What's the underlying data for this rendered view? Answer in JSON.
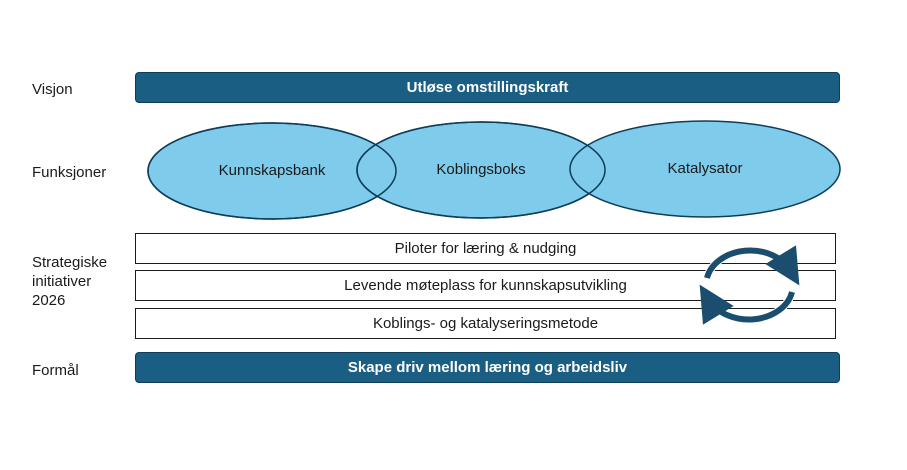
{
  "labels": {
    "vision": "Visjon",
    "functions": "Funksjoner",
    "strategic": "Strategiske\ninitiativer\n2026",
    "purpose": "Formål"
  },
  "vision_bar": "Utløse omstillingskraft",
  "functions": [
    "Kunnskapsbank",
    "Koblingsboks",
    "Katalysator"
  ],
  "initiatives": [
    "Piloter for læring & nudging",
    "Levende møteplass for kunnskapsutvikling",
    "Koblings- og katalyseringsmetode"
  ],
  "purpose_bar": "Skape driv mellom læring og arbeidsliv",
  "colors": {
    "dark_bar": "#1b5e84",
    "ellipse_fill": "#7ecbec",
    "ellipse_stroke": "#0e3d58",
    "cycle_arrow": "#1b4e6e"
  },
  "icons": {
    "cycle": "cycle-arrows-icon"
  }
}
